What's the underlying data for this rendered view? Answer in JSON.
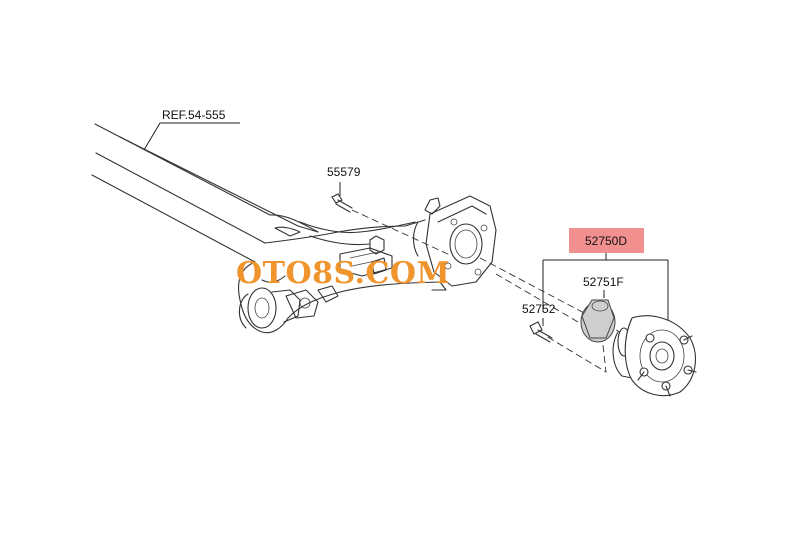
{
  "diagram": {
    "reference_label": "REF.54-555",
    "watermark": "OTO8S.COM",
    "highlight_color": "#f28f8f",
    "watermark_color": "#f0952e",
    "callouts": [
      {
        "id": "bolt-top",
        "label": "55579"
      },
      {
        "id": "assembly",
        "label": "52750D",
        "highlighted": true
      },
      {
        "id": "bearing-cap",
        "label": "52751F"
      },
      {
        "id": "hub-bolt",
        "label": "52752"
      }
    ]
  }
}
